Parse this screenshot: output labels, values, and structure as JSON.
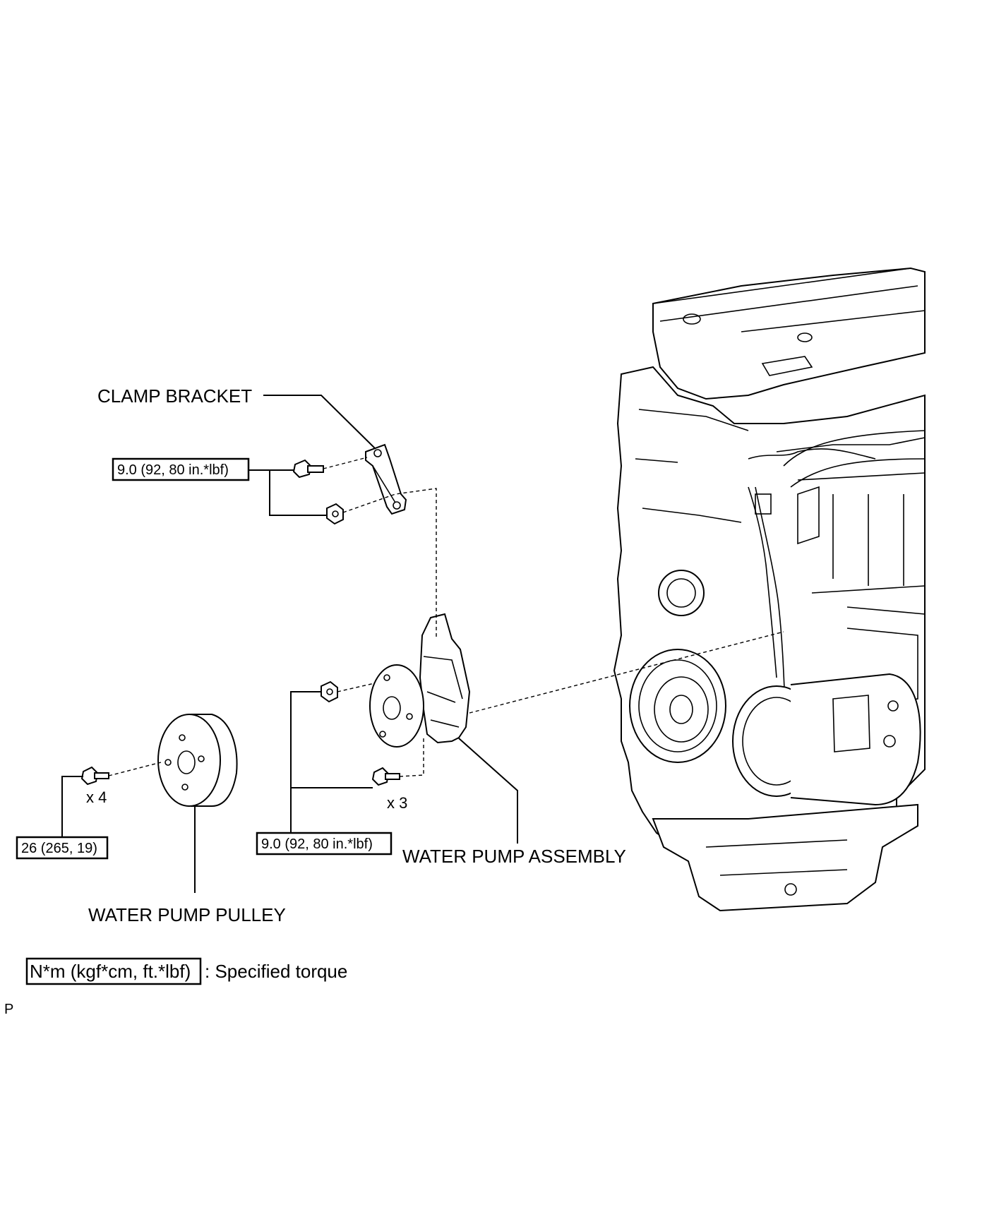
{
  "labels": {
    "clamp_bracket": "CLAMP BRACKET",
    "water_pump_assembly": "WATER PUMP ASSEMBLY",
    "water_pump_pulley": "WATER PUMP PULLEY",
    "qty_pulley_bolts": "x 4",
    "qty_pump_bolts": "x 3"
  },
  "torques": {
    "bracket": "9.0 (92, 80 in.*lbf)",
    "pump": "9.0 (92, 80 in.*lbf)",
    "pulley": "26 (265, 19)"
  },
  "legend": {
    "unit_box": "N*m (kgf*cm, ft.*lbf)",
    "description": ": Specified torque"
  },
  "corner_code": "P"
}
